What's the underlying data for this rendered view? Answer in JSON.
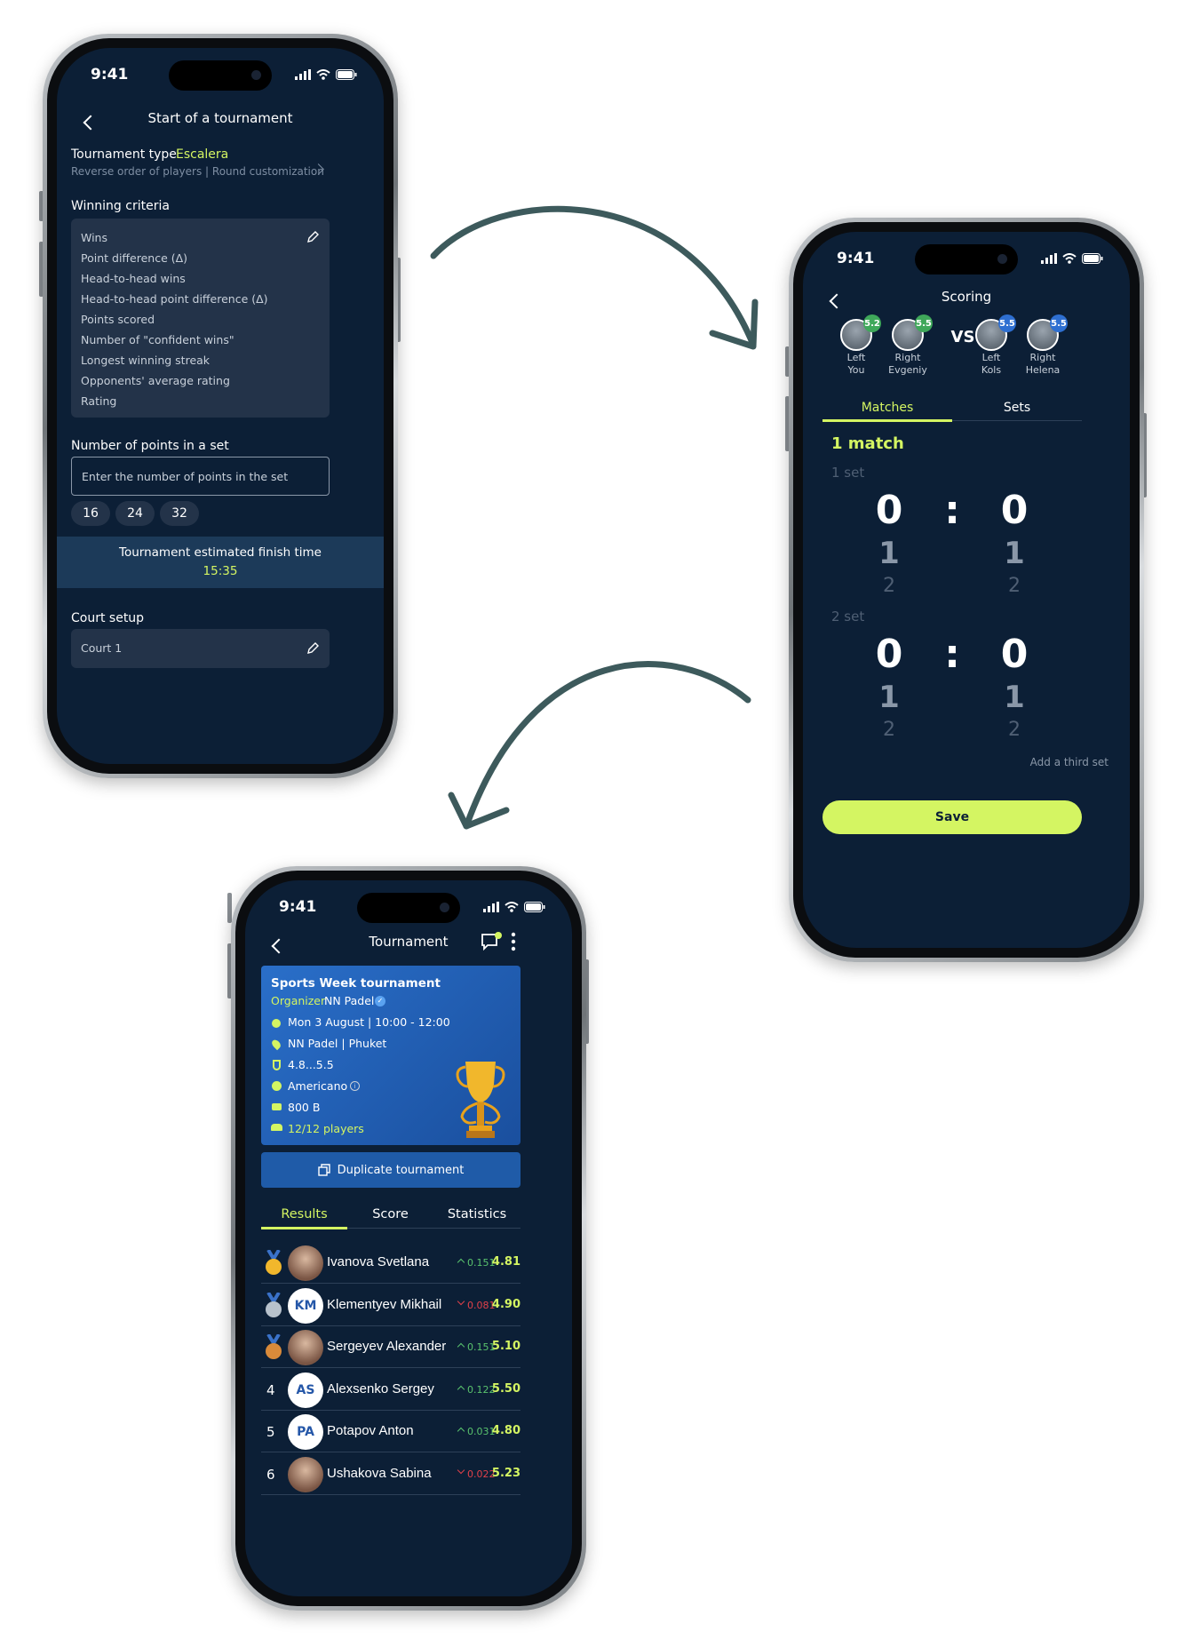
{
  "colors": {
    "screen_bg": "#0c1f36",
    "card_bg": "#233349",
    "accent": "#d4f562",
    "arrow": "#3d5a5c",
    "blue_card": "#2a6fc9",
    "positive": "#59c26d",
    "negative": "#e0414a"
  },
  "status_bar": {
    "time": "9:41"
  },
  "phone1": {
    "title": "Start of a tournament",
    "tournament_type_label": "Tournament type",
    "tournament_type_value": "Escalera",
    "tournament_type_sub": "Reverse order of players | Round customization",
    "winning_criteria_label": "Winning criteria",
    "criteria": [
      "Wins",
      "Point difference (Δ)",
      "Head-to-head wins",
      "Head-to-head point difference (Δ)",
      "Points scored",
      "Number of \"confident wins\"",
      "Longest winning streak",
      "Opponents' average  rating",
      "Rating"
    ],
    "points_label": "Number of points in a set",
    "points_placeholder": "Enter the number of points in the set",
    "point_options": [
      "16",
      "24",
      "32"
    ],
    "finish_label": "Tournament estimated finish time",
    "finish_time": "15:35",
    "court_setup_label": "Court setup",
    "court_name": "Court 1"
  },
  "phone2": {
    "title": "Scoring",
    "vs": "VS",
    "players": [
      {
        "side": "Left",
        "name": "You",
        "rating": "5.2",
        "badge": "#3fa85a"
      },
      {
        "side": "Right",
        "name": "Evgeniy",
        "rating": "5.5",
        "badge": "#3fa85a"
      },
      {
        "side": "Left",
        "name": "Kols",
        "rating": "5.5",
        "badge": "#2e6fd1"
      },
      {
        "side": "Right",
        "name": "Helena",
        "rating": "5.5",
        "badge": "#2e6fd1"
      }
    ],
    "tabs": [
      "Matches",
      "Sets"
    ],
    "match_title": "1 match",
    "sets": [
      {
        "label": "1 set",
        "left": [
          "0",
          "1",
          "2"
        ],
        "right": [
          "0",
          "1",
          "2"
        ]
      },
      {
        "label": "2 set",
        "left": [
          "0",
          "1",
          "2"
        ],
        "right": [
          "0",
          "1",
          "2"
        ]
      }
    ],
    "colon": ":",
    "add_third_set": "Add a third set",
    "save_label": "Save"
  },
  "phone3": {
    "title": "Tournament",
    "event_name": "Sports Week tournament",
    "organizer_label": "Organizer",
    "organizer_name": "NN Padel",
    "details": [
      {
        "icon": "clock-icon",
        "text": "Mon 3 August | 10:00 - 12:00"
      },
      {
        "icon": "location-pin-icon",
        "text": "NN Padel | Phuket"
      },
      {
        "icon": "medal-icon",
        "text": "4.8...5.5"
      },
      {
        "icon": "tennis-ball-icon",
        "text": "Americano"
      },
      {
        "icon": "wallet-icon",
        "text": "800 B"
      },
      {
        "icon": "players-icon",
        "text": "12/12 players"
      }
    ],
    "duplicate_label": "Duplicate tournament",
    "tabs": [
      "Results",
      "Score",
      "Statistics"
    ],
    "results": [
      {
        "rank": "",
        "medal": "gold",
        "initials": "",
        "photo": true,
        "name": "Ivanova Svetlana",
        "trend": "up",
        "delta": "0.151",
        "rating": "4.81"
      },
      {
        "rank": "",
        "medal": "silver",
        "initials": "KM",
        "photo": false,
        "name": "Klementyev Mikhail",
        "trend": "down",
        "delta": "0.081",
        "rating": "4.90"
      },
      {
        "rank": "",
        "medal": "bronze",
        "initials": "",
        "photo": true,
        "name": "Sergeyev Alexander",
        "trend": "up",
        "delta": "0.151",
        "rating": "5.10"
      },
      {
        "rank": "4",
        "medal": "",
        "initials": "AS",
        "photo": false,
        "name": "Alexsenko Sergey",
        "trend": "up",
        "delta": "0.122",
        "rating": "5.50"
      },
      {
        "rank": "5",
        "medal": "",
        "initials": "PA",
        "photo": false,
        "name": "Potapov Anton",
        "trend": "up",
        "delta": "0.031",
        "rating": "4.80"
      },
      {
        "rank": "6",
        "medal": "",
        "initials": "",
        "photo": true,
        "name": "Ushakova Sabina",
        "trend": "down",
        "delta": "0.022",
        "rating": "5.23"
      }
    ]
  }
}
